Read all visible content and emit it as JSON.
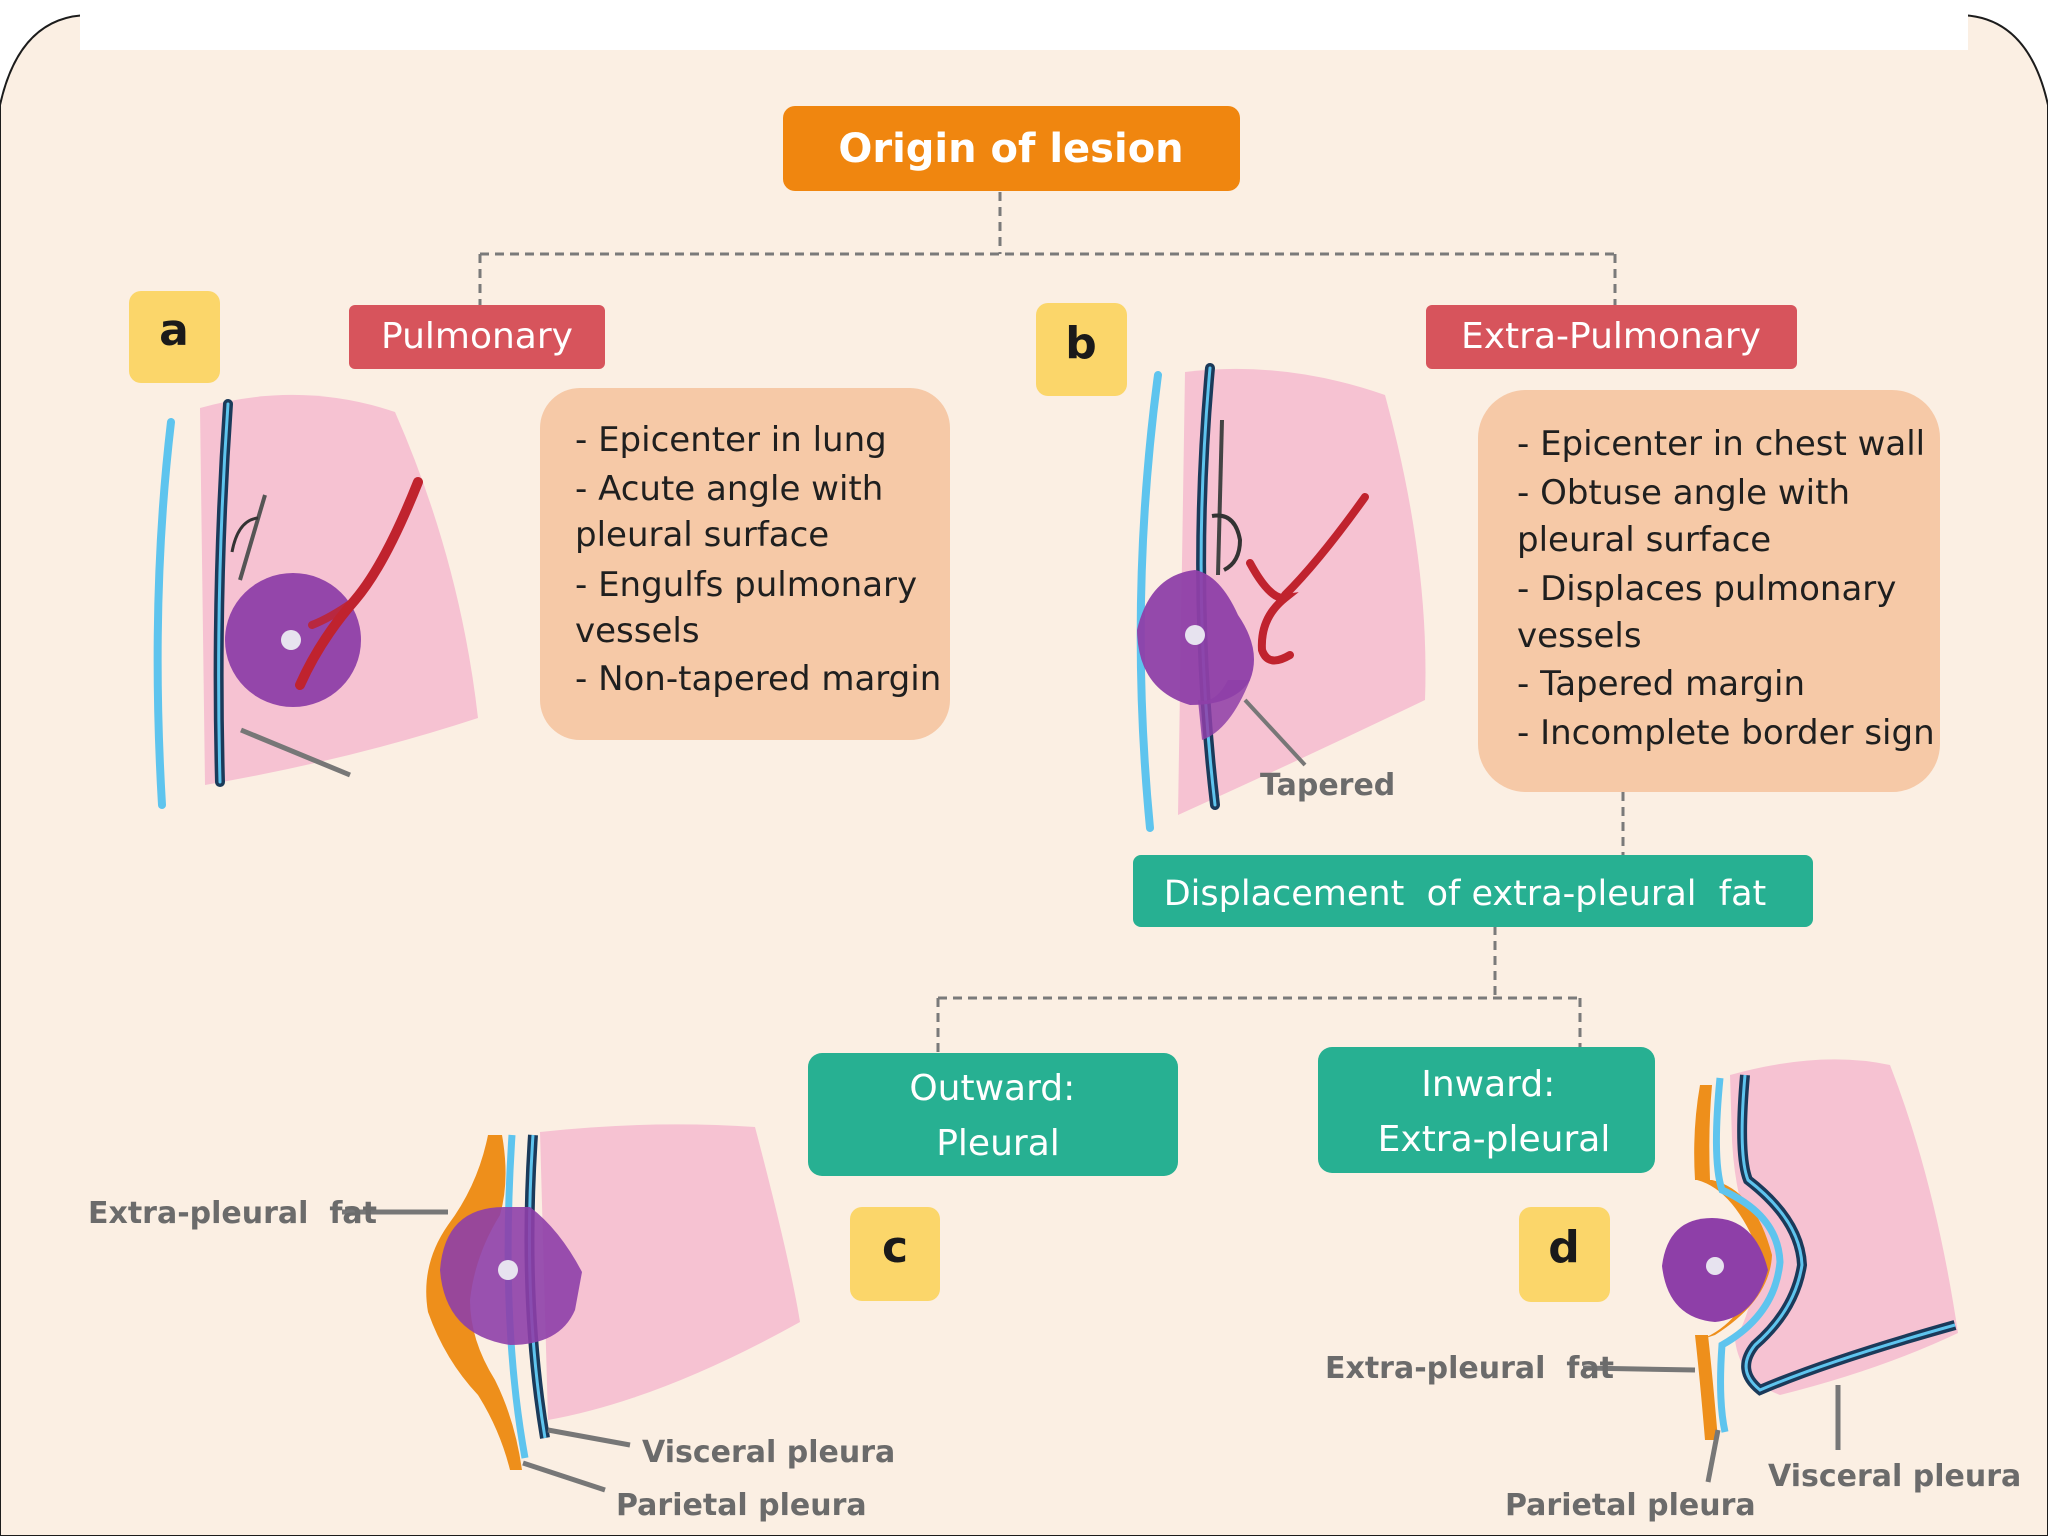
{
  "title": "Origin of lesion",
  "branches": {
    "pulmonary": "Pulmonary",
    "extra_pulmonary": "Extra-Pulmonary"
  },
  "panels": {
    "a": "a",
    "b": "b",
    "c": "c",
    "d": "d"
  },
  "pulmonary_features": [
    "- Epicenter in lung",
    "- Acute angle with",
    "pleural surface",
    "- Engulfs pulmonary",
    "vessels",
    "- Non-tapered margin"
  ],
  "extra_pulmonary_features": [
    "- Epicenter in chest wall",
    "- Obtuse angle with",
    "pleural surface",
    "- Displaces pulmonary",
    "vessels",
    "- Tapered margin",
    "- Incomplete border sign"
  ],
  "displacement": "Displacement  of extra-pleural  fat",
  "outward": {
    "line1": "Outward:",
    "line2": "Pleural"
  },
  "inward": {
    "line1": "Inward:",
    "line2": "Extra-pleural"
  },
  "annotations": {
    "tapered": "Tapered",
    "c_fat": "Extra-pleural  fat",
    "c_visceral": "Visceral pleura",
    "c_parietal": "Parietal pleura",
    "d_fat": "Extra-pleural  fat",
    "d_parietal": "Parietal pleura",
    "d_visceral": "Visceral pleura"
  },
  "colors": {
    "background": "#fbefe3",
    "title_box": "#f0860f",
    "branch_box": "#d7545c",
    "feature_card": "#f6c9a7",
    "teal_box": "#27b092",
    "panel_label": "#fbd66a",
    "lung_tissue": "#f6c2d2",
    "lesion": "#8e3fa8",
    "vessel": "#c0232e",
    "pleura_blue": "#5ec4ee",
    "pleura_dark": "#1b3a5a",
    "fat_orange": "#ee8f1b",
    "label_gray": "#6b6b6b"
  }
}
